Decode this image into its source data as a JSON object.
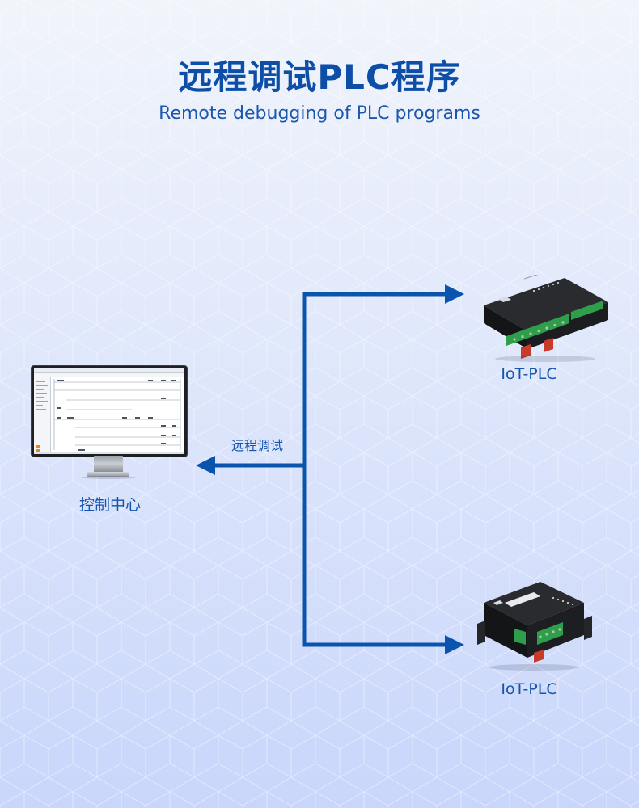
{
  "header": {
    "title": "远程调试PLC程序",
    "subtitle": "Remote debugging of PLC programs"
  },
  "nodes": {
    "control_center": "控制中心",
    "plc_top": "IoT-PLC",
    "plc_bottom": "IoT-PLC"
  },
  "edges": {
    "remote_debug_label": "远程调试"
  },
  "colors": {
    "primary_blue": "#0d4fa8",
    "arrow_blue": "#0b54ad",
    "plc_body": "#1e1f21",
    "terminal_green": "#2f9e4a"
  }
}
